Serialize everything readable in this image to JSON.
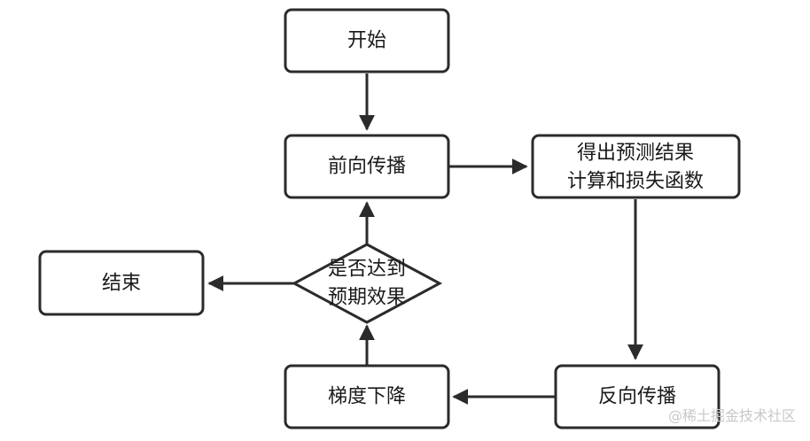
{
  "nodes": {
    "start": {
      "lines": [
        "开始"
      ]
    },
    "forward": {
      "lines": [
        "前向传播"
      ]
    },
    "predict": {
      "lines": [
        "得出预测结果",
        "计算和损失函数"
      ]
    },
    "backward": {
      "lines": [
        "反向传播"
      ]
    },
    "gradient": {
      "lines": [
        "梯度下降"
      ]
    },
    "decision": {
      "lines": [
        "是否达到",
        "预期效果"
      ]
    },
    "end": {
      "lines": [
        "结束"
      ]
    }
  },
  "watermark": "@稀土掘金技术社区",
  "colors": {
    "stroke": "#2b2b2b",
    "fill": "#ffffff",
    "text": "#1a1a1a",
    "watermark": "#c8c8c8"
  }
}
